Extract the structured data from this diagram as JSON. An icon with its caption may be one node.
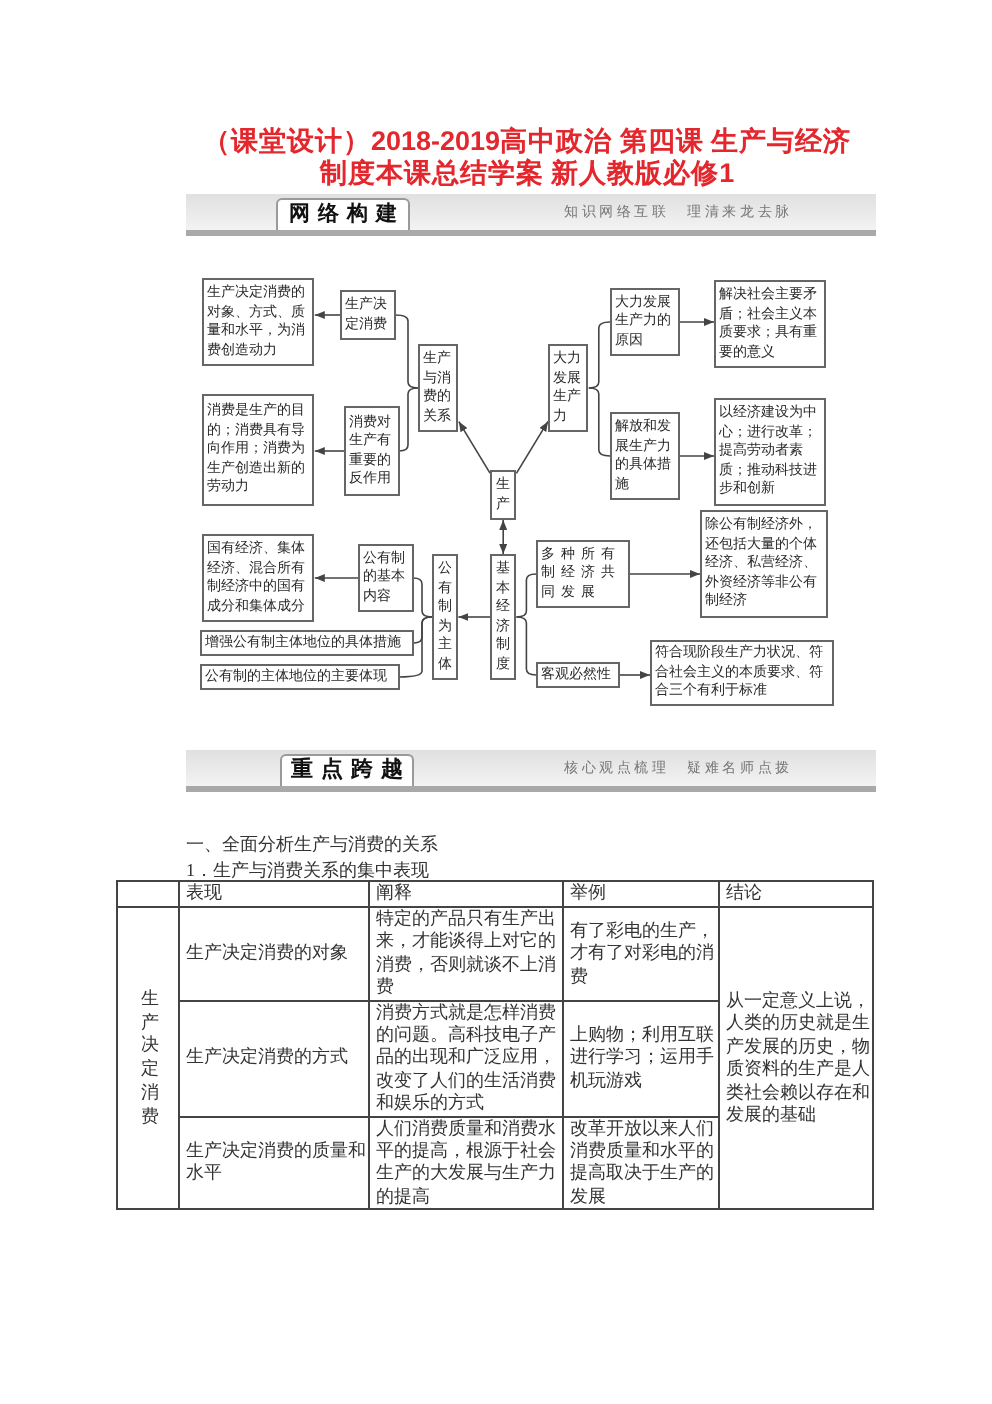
{
  "diagram": {
    "title": "（课堂设计）2018-2019高中政治 第四课 生产与经济制度本课总结学案 新人教版必修1",
    "nodes": [
      {
        "text": [
          "知识网络互联　理清来龙去脉"
        ]
      },
      {
        "text": [
          "网络构建"
        ],
        "in": 0
      },
      {
        "text": [
          "生产决定消费的对象、方式、质量和水平，为消费创造动力"
        ]
      },
      {
        "text": [
          "生产决定消费"
        ]
      },
      {
        "text": [
          "生产与消费的关系"
        ]
      },
      {
        "text": [
          "大力发展生产力"
        ]
      },
      {
        "text": [
          "大力发展生产力的原因"
        ]
      },
      {
        "text": [
          "解决社会主要矛盾；社会主义本质要求；具有重要的意义"
        ]
      },
      {
        "text": [
          "消费是生产的目的；消费具有导向作用；消费为生产创造出新的劳动力"
        ]
      },
      {
        "text": [
          "消费对生产有重要的反作用"
        ]
      },
      {
        "text": [
          "解放和发展生产力的具体措施"
        ]
      },
      {
        "text": [
          "以经济建设为中心；进行改革；提高劳动者素质；推动科技进步和创新"
        ]
      },
      {
        "text": [
          "生产"
        ]
      },
      {
        "text": [
          "国有经济、集体经济、混合所有制经济中的国有成分和集体成分"
        ]
      },
      {
        "text": [
          "公有制的基本内容"
        ]
      },
      {
        "text": [
          "公有制为主体"
        ]
      },
      {
        "text": [
          "基本经济制度"
        ]
      },
      {
        "text": [
          "多种所有制经济共同发展"
        ]
      },
      {
        "text": [
          "除公有制经济外，还包括大量的个体经济、私营经济、外资经济等非公有制经济"
        ]
      },
      {
        "text": [
          "增强公有制主体地位的具体措施"
        ]
      },
      {
        "text": [
          "公有制的主体地位的主要体现"
        ]
      },
      {
        "text": [
          "客观必然性"
        ]
      },
      {
        "text": [
          "符合现阶段生产力状况、符合社会主义的本质要求、符合三个有利于标准"
        ]
      },
      {
        "text": [
          "核心观点梳理　疑难名师点拨"
        ]
      },
      {
        "text": [
          "重点跨越"
        ],
        "in": 23
      }
    ],
    "edges": [
      {
        "from": 3,
        "to": 2,
        "arrow": "to"
      },
      {
        "from": 9,
        "to": 8,
        "arrow": "to"
      },
      {
        "from": 4,
        "to": 3,
        "arrow": "none"
      },
      {
        "from": 4,
        "to": 9,
        "arrow": "none"
      },
      {
        "from": 12,
        "to": 4,
        "arrow": "to"
      },
      {
        "from": 12,
        "to": 5,
        "arrow": "to"
      },
      {
        "from": 5,
        "to": 6,
        "arrow": "none"
      },
      {
        "from": 5,
        "to": 10,
        "arrow": "none"
      },
      {
        "from": 6,
        "to": 7,
        "arrow": "to"
      },
      {
        "from": 10,
        "to": 11,
        "arrow": "to"
      },
      {
        "from": 12,
        "to": 16,
        "arrow": "both"
      },
      {
        "from": 16,
        "to": 15,
        "arrow": "to"
      },
      {
        "from": 15,
        "to": 14,
        "arrow": "none"
      },
      {
        "from": 15,
        "to": 19,
        "arrow": "none"
      },
      {
        "from": 15,
        "to": 20,
        "arrow": "none"
      },
      {
        "from": 14,
        "to": 13,
        "arrow": "to"
      },
      {
        "from": 16,
        "to": 17,
        "arrow": "none"
      },
      {
        "from": 16,
        "to": 21,
        "arrow": "none"
      },
      {
        "from": 17,
        "to": 18,
        "arrow": "to"
      },
      {
        "from": 21,
        "to": 22,
        "arrow": "to"
      }
    ],
    "labels": [
      "一、全面分析生产与消费的关系",
      "1．生产与消费关系的集中表现",
      "表现",
      "阐释",
      "举例",
      "结论",
      "生产决定消费",
      "生产决定消费的对象",
      "特定的产品只有生产出来，才能谈得上对它的消费，否则就谈不上消费",
      "有了彩电的生产，才有了对彩电的消费",
      "从一定意义上说，人类的历史就是生产发展的历史，物质资料的生产是人类社会赖以存在和发展的基础",
      "生产决定消费的方式",
      "消费方式就是怎样消费的问题。高科技电子产品的出现和广泛应用，改变了人们的生活消费和娱乐的方式",
      "上购物；利用互联进行学习；运用手机玩游戏",
      "生产决定消费的质量和水平",
      "人们消费质量和消费水平的提高，根源于社会生产的大发展与生产力的提高",
      "改革开放以来人们消费质量和水平的提高取决于生产的发展"
    ]
  }
}
